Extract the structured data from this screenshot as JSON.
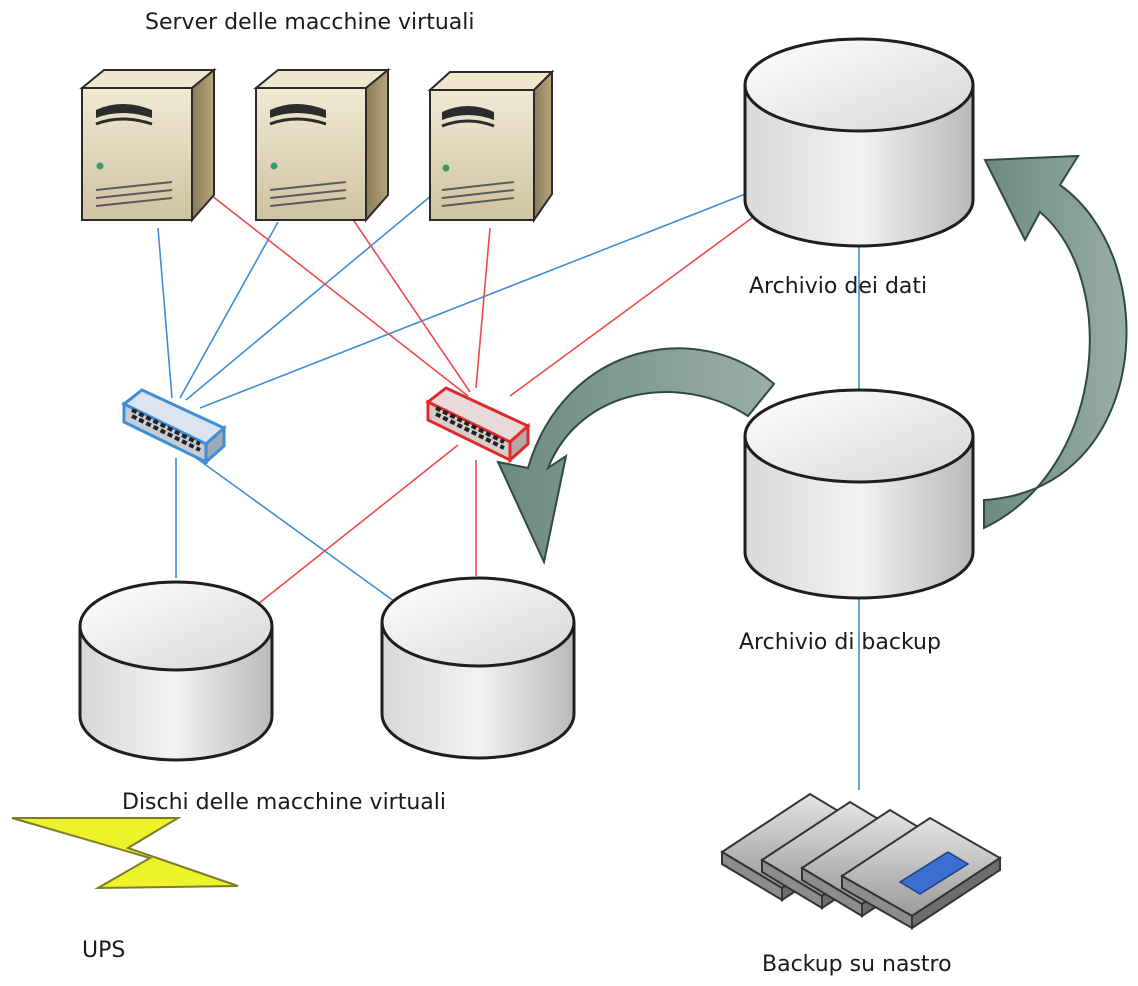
{
  "labels": {
    "servers": "Server delle macchine virtuali",
    "vm_disks": "Dischi delle macchine virtuali",
    "data_archive": "Archivio dei dati",
    "backup_archive": "Archivio di backup",
    "tape_backup": "Backup su nastro",
    "ups": "UPS"
  },
  "colors": {
    "primary_network": "#3e8ed6",
    "secondary_network": "#f04a4a",
    "arrow": "#7f9a8f",
    "ups_bolt": "#e6ef2a"
  },
  "icons": [
    "server-icon",
    "switch-icon",
    "disk-cylinder-icon",
    "tape-cartridge-icon",
    "lightning-bolt-icon",
    "curved-arrow-icon"
  ]
}
